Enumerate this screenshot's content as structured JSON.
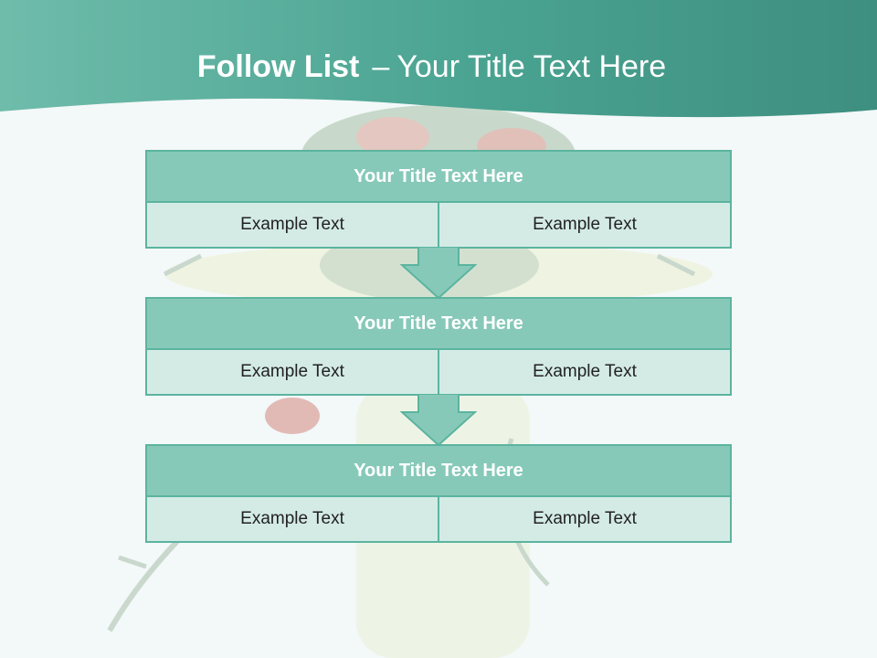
{
  "slide": {
    "title_bold": "Follow List",
    "title_dash": "–",
    "title_rest": "Your Title Text Here"
  },
  "blocks": [
    {
      "title": "Your Title Text Here",
      "cells": [
        "Example Text",
        "Example Text"
      ]
    },
    {
      "title": "Your Title Text Here",
      "cells": [
        "Example Text",
        "Example Text"
      ]
    },
    {
      "title": "Your Title Text Here",
      "cells": [
        "Example Text",
        "Example Text"
      ]
    }
  ],
  "colors": {
    "header_teal": "#4aa391",
    "title_fill": "#87c9b9",
    "cell_fill": "#d4ebe5",
    "border": "#5bb49f"
  },
  "icons": {
    "arrows": "down-arrow-icon",
    "background": "floral-cross-image"
  }
}
